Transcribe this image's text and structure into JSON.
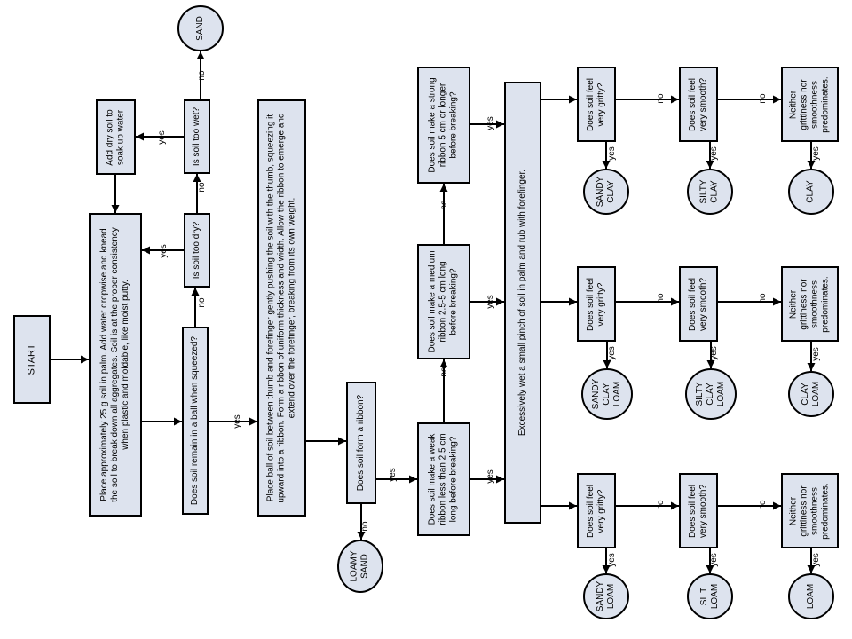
{
  "flowchart": {
    "start": "START",
    "place_soil": "Place approximately 25 g soil in palm. Add water dropwise and knead\nthe soil to break down all aggregates. Soil is at the proper consistency\nwhen plastic and moldable, like moist putty.",
    "remain_ball": "Does soil remain in a ball when squeezed?",
    "too_dry": "Is soil too dry?",
    "too_wet": "Is soil too wet?",
    "add_dry": "Add dry soil to\nsoak up water",
    "sand": "SAND",
    "ribbon_instructions": "Place ball of soil between thumb and forefinger gently pushing the soil with the thumb, squeezing it\nupward into a ribbon. Form a ribbon of uniform thickness and width. Allow the ribbon to emerge and\nextend over the forefinger, breaking from its own weight.",
    "form_ribbon": "Does soil form a ribbon?",
    "loamy_sand": "LOAMY\nSAND",
    "weak_ribbon": "Does soil make a weak\nribbon less than 2.5 cm\nlong before breaking?",
    "medium_ribbon": "Does soil make a medium\nribbon 2.5-5 cm long\nbefore breaking?",
    "strong_ribbon": "Does soil make a strong\nribbon 5 cm or longer\nbefore breaking?",
    "wet_pinch": "Excessively wet a small pinch of soil in palm and rub with forefinger.",
    "gritty": "Does soil feel\nvery gritty?",
    "smooth": "Does soil feel\nvery smooth?",
    "neither": "Neither\ngrittiness nor\nsmoothness\npredominates.",
    "sandy_clay": "SANDY\nCLAY",
    "silty_clay": "SILTY\nCLAY",
    "clay": "CLAY",
    "sandy_clay_loam": "SANDY\nCLAY\nLOAM",
    "silty_clay_loam": "SILTY\nCLAY\nLOAM",
    "clay_loam": "CLAY\nLOAM",
    "sandy_loam": "SANDY\nLOAM",
    "silt_loam": "SILT\nLOAM",
    "loam": "LOAM",
    "yes": "yes",
    "no": "no"
  },
  "colors": {
    "box_fill": "#dde3ee",
    "stroke": "#000000"
  }
}
